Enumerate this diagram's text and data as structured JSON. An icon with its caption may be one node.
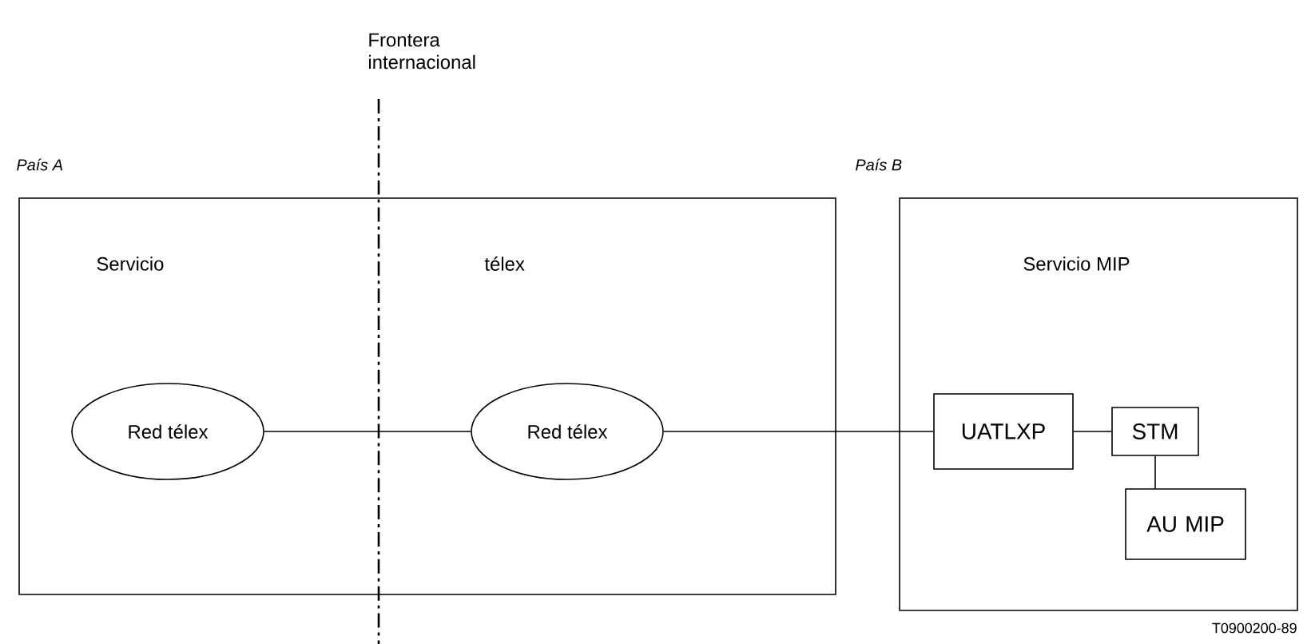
{
  "diagram": {
    "nodes": [
      {
        "text": [
          "Servicio",
          "télex"
        ]
      },
      {
        "text": [
          "Servicio MIP"
        ]
      },
      {
        "text": [
          "Red télex"
        ],
        "in": 0
      },
      {
        "text": [
          "Red télex"
        ],
        "in": 0
      },
      {
        "text": [
          "UATLXP"
        ],
        "in": 1
      },
      {
        "text": [
          "STM"
        ],
        "in": 1
      },
      {
        "text": [
          "AU MIP"
        ],
        "in": 1
      }
    ],
    "edges": [
      {
        "from": 2,
        "to": 3,
        "arrow": "none"
      },
      {
        "from": 3,
        "to": 4,
        "arrow": "none"
      },
      {
        "from": 4,
        "to": 5,
        "arrow": "none"
      },
      {
        "from": 5,
        "to": 6,
        "arrow": "none"
      }
    ],
    "labels": [
      "Frontera internacional",
      "País A",
      "País B",
      "T0900200-89"
    ]
  }
}
